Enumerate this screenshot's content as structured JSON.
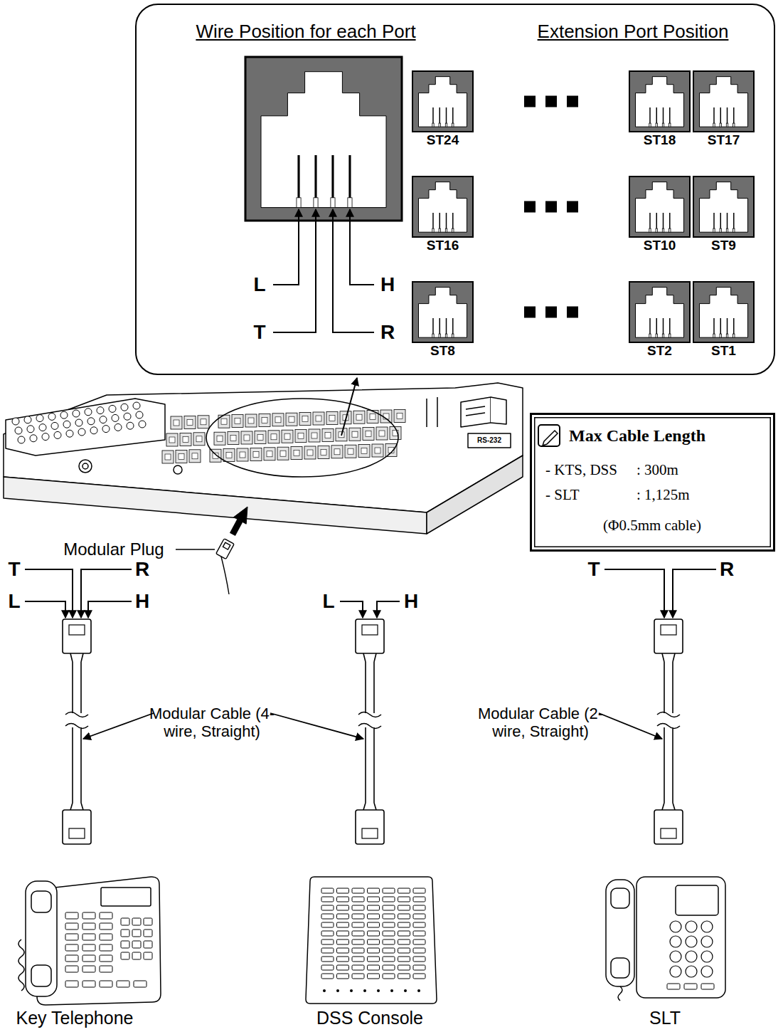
{
  "diagram": {
    "nodes": [
      {
        "text": [
          "Wire Position for each Port",
          "Extension Port Position"
        ]
      },
      {
        "text": [
          "ST24"
        ],
        "in": 0
      },
      {
        "text": [
          "ST18"
        ],
        "in": 0
      },
      {
        "text": [
          "ST17"
        ],
        "in": 0
      },
      {
        "text": [
          "ST16"
        ],
        "in": 0
      },
      {
        "text": [
          "ST10"
        ],
        "in": 0
      },
      {
        "text": [
          "ST9"
        ],
        "in": 0
      },
      {
        "text": [
          "ST8"
        ],
        "in": 0
      },
      {
        "text": [
          "ST2"
        ],
        "in": 0
      },
      {
        "text": [
          "ST1"
        ],
        "in": 0
      },
      {
        "text": [
          "Max Cable Length",
          "- KTS, DSS",
          ": 300m",
          "- SLT",
          ": 1,125m",
          "(Φ0.5mm cable)"
        ]
      },
      {
        "text": [
          "Key Telephone"
        ]
      },
      {
        "text": [
          "DSS Console"
        ]
      },
      {
        "text": [
          "SLT"
        ]
      }
    ],
    "labels": [
      "L",
      "H",
      "T",
      "R",
      "Modular Plug",
      "T",
      "R",
      "L",
      "H",
      "L",
      "H",
      "T",
      "R",
      "Modular Cable (4-wire, Straight)",
      "Modular Cable (2-wire, Straight)",
      "RS-232"
    ]
  }
}
